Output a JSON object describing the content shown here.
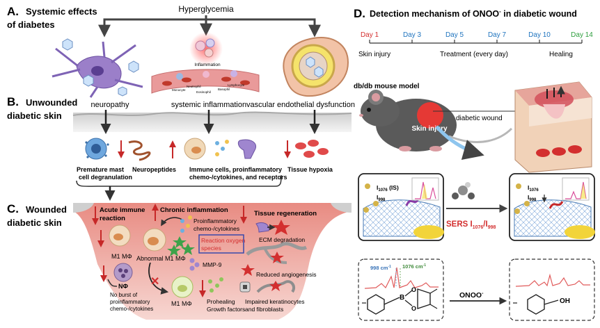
{
  "panel_a": {
    "label": "A.",
    "title_line1": "Systemic effects",
    "title_line2": "of diabetes",
    "root": "Hyperglycemia",
    "inflammation_label": "Inflammation",
    "cell_labels": [
      "Monocyte",
      "Neutrophil",
      "Eosinophil",
      "Basophil",
      "Lymphocyte"
    ],
    "branch_labels": [
      "neuropathy",
      "systemic inflammation",
      "vascular endothelial dysfunction"
    ]
  },
  "panel_b": {
    "label": "B.",
    "title_line1": "Unwounded",
    "title_line2": "diabetic skin",
    "items": [
      {
        "line1": "Premature mast",
        "line2": "cell degranulation"
      },
      {
        "line1": "Neuropeptides",
        "line2": ""
      },
      {
        "line1": "Immune cells, proinflammatory",
        "line2": "chemo-/cytokines, and receptors"
      },
      {
        "line1": "Tissue hypoxia",
        "line2": ""
      }
    ]
  },
  "panel_c": {
    "label": "C.",
    "title_line1": "Wounded",
    "title_line2": "diabetic skin",
    "acute_line1": "Acute immune",
    "acute_line2": "reaction",
    "chronic": "Chronic inflammation",
    "tissue_regen": "Tissue regeneration",
    "proinflam_line1": "Proinflammatory",
    "proinflam_line2": "chemo-/cytokines",
    "ros_line1": "Reaction oxygen",
    "ros_line2": "species",
    "ecm": "ECM degradation",
    "m1": "M1 MΦ",
    "abnormal_m1": "Abnormal M1 MΦ",
    "mmp9": "MMP-9",
    "neutrophil": "NΦ",
    "no_burst_line1": "No burst of",
    "no_burst_line2": "proinflammatory",
    "no_burst_line3": "chemo-/cytokines",
    "reduced_angio": "Reduced angiogenesis",
    "m1_bottom": "M1 MΦ",
    "prohealing_line1": "Prohealing",
    "prohealing_line2": "Growth factors",
    "impaired_line1": "Impaired keratinocytes",
    "impaired_line2": "and fibroblasts"
  },
  "panel_d": {
    "label": "D.",
    "title": "Detection mechanism of ONOO",
    "title_sup": "-",
    "title_suffix": " in diabetic wound",
    "days": [
      {
        "label": "Day 1",
        "color": "#d32f2f"
      },
      {
        "label": "Day 3",
        "color": "#1e73be"
      },
      {
        "label": "Day 5",
        "color": "#1e73be"
      },
      {
        "label": "Day 7",
        "color": "#1e73be"
      },
      {
        "label": "Day 10",
        "color": "#1e73be"
      },
      {
        "label": "Day 14",
        "color": "#2e9e3e"
      }
    ],
    "phases": [
      "Skin injury",
      "Treatment (every day)",
      "Healing"
    ],
    "model": "db/db mouse model",
    "skin_injury": "Skin injury",
    "wound": "diabetic wound",
    "i1076": "I",
    "i1076_sub": "1076",
    "is_label": " (IS)",
    "i998": "I",
    "i998_sub": "998",
    "sers_prefix": "SERS I",
    "sers_sub1": "1076",
    "sers_mid": "/I",
    "sers_sub2": "998",
    "peak_998": "998 cm",
    "peak_1076": "1076 cm",
    "peak_sup": "-1",
    "onoo": "ONOO",
    "onoo_sup": "-",
    "boron": "B",
    "oxygen": "O",
    "oh": "OH"
  },
  "colors": {
    "red_arrow": "#c62828",
    "wound_pink": "#f3c7c0",
    "skin_gray": "#d9d9d9",
    "ros_box": "#3949ab"
  }
}
